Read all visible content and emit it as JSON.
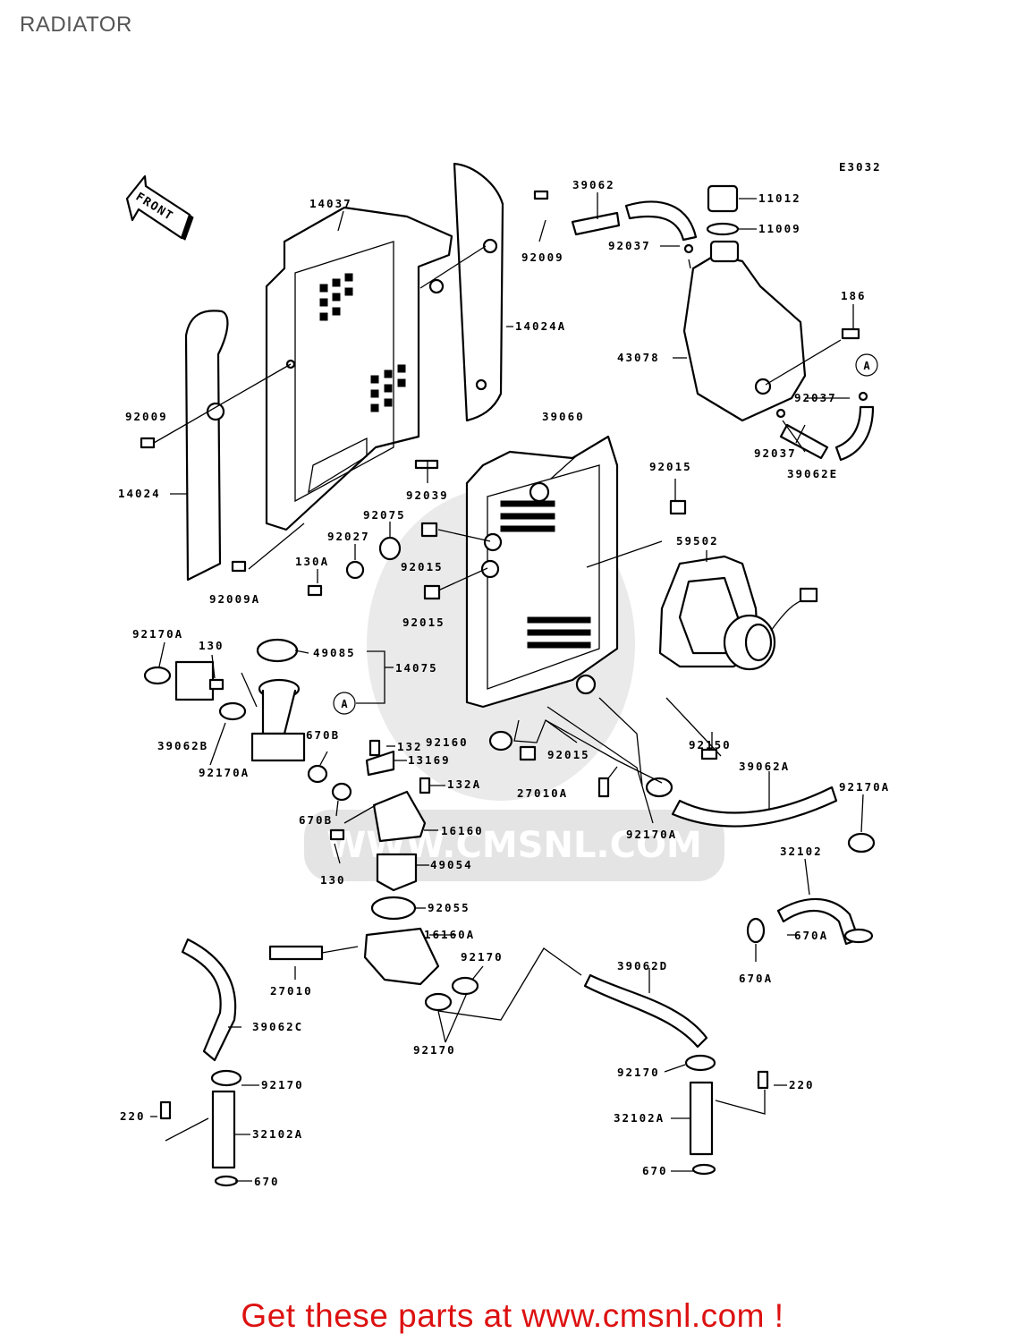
{
  "title": "RADIATOR",
  "diagram_code": "E3032",
  "front_arrow": "FRONT",
  "circle_marker": "A",
  "watermark": "WWW.CMSNL.COM",
  "footer": "Get these parts at www.cmsnl.com !",
  "labels": {
    "p39062": "39062",
    "p11012": "11012",
    "p11009": "11009",
    "p92037a": "92037",
    "p14037": "14037",
    "p92009a": "92009",
    "p14024A": "14024A",
    "p186": "186",
    "p43078": "43078",
    "p92037b": "92037",
    "p92037c": "92037",
    "p39062E": "39062E",
    "p92009b": "92009",
    "p39060": "39060",
    "p92015a": "92015",
    "p14024": "14024",
    "p92039": "92039",
    "p92075": "92075",
    "p92027": "92027",
    "p130A": "130A",
    "p92015b": "92015",
    "p59502": "59502",
    "p92015c": "92015",
    "p92009A": "92009A",
    "p92170Aa": "92170A",
    "p130a": "130",
    "p49085": "49085",
    "p14075": "14075",
    "p132": "132",
    "p39062B": "39062B",
    "p670Ba": "670B",
    "p92170Ab": "92170A",
    "p13169": "13169",
    "p92160": "92160",
    "p92015d": "92015",
    "p92150": "92150",
    "p39062A": "39062A",
    "p92170Ac": "92170A",
    "p132A": "132A",
    "p27010A": "27010A",
    "p670Bb": "670B",
    "p16160": "16160",
    "p92170Ad": "92170A",
    "p130b": "130",
    "p49054": "49054",
    "p32102": "32102",
    "p92055": "92055",
    "p16160A": "16160A",
    "p670Aa": "670A",
    "p670Ab": "670A",
    "p27010": "27010",
    "p92170a": "92170",
    "p39062D": "39062D",
    "p39062C": "39062C",
    "p92170b": "92170",
    "p92170c": "92170",
    "p92170d": "92170",
    "p220a": "220",
    "p220b": "220",
    "p32102Aa": "32102A",
    "p32102Ab": "32102A",
    "p670a": "670",
    "p670b": "670"
  }
}
